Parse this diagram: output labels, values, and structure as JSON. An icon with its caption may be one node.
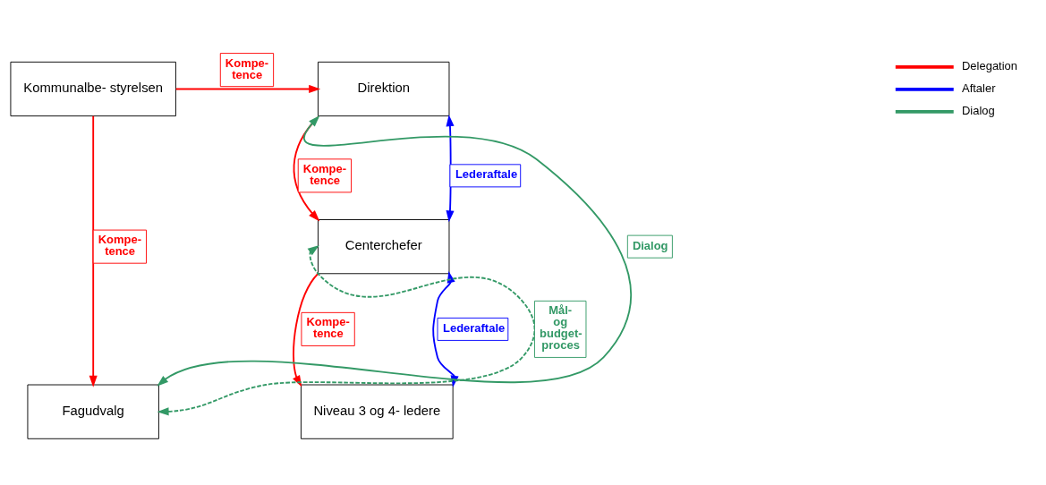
{
  "diagram": {
    "nodes": [
      {
        "text": [
          "Kommunalbe- styrelsen"
        ]
      },
      {
        "text": [
          "Direktion"
        ]
      },
      {
        "text": [
          "Centerchefer"
        ]
      },
      {
        "text": [
          "Niveau 3 og 4- ledere"
        ]
      },
      {
        "text": [
          "Fagudvalg"
        ]
      }
    ],
    "edges": [
      {
        "from": 0,
        "to": 1,
        "arrow": "to",
        "label": "Kompe- tence"
      },
      {
        "from": 0,
        "to": 4,
        "arrow": "to",
        "label": "Kompe- tence"
      },
      {
        "from": 1,
        "to": 2,
        "arrow": "to",
        "label": "Kompe- tence"
      },
      {
        "from": 1,
        "to": 2,
        "arrow": "both",
        "label": "Lederaftale",
        "color": "#0000ff"
      },
      {
        "from": 2,
        "to": 3,
        "arrow": "to",
        "label": "Kompe- tence"
      },
      {
        "from": 2,
        "to": 3,
        "arrow": "both",
        "label": "Lederaftale",
        "color": "#0000ff"
      },
      {
        "from": 4,
        "to": 1,
        "arrow": "both",
        "label": "Dialog",
        "color": "#339966"
      },
      {
        "from": 4,
        "to": 2,
        "arrow": "both",
        "label": "Mål- og budget- proces",
        "color": "#339966",
        "style": "dashed"
      }
    ],
    "legend": [
      {
        "text": "Delegation"
      },
      {
        "text": "Aftaler"
      },
      {
        "text": "Dialog"
      }
    ]
  }
}
